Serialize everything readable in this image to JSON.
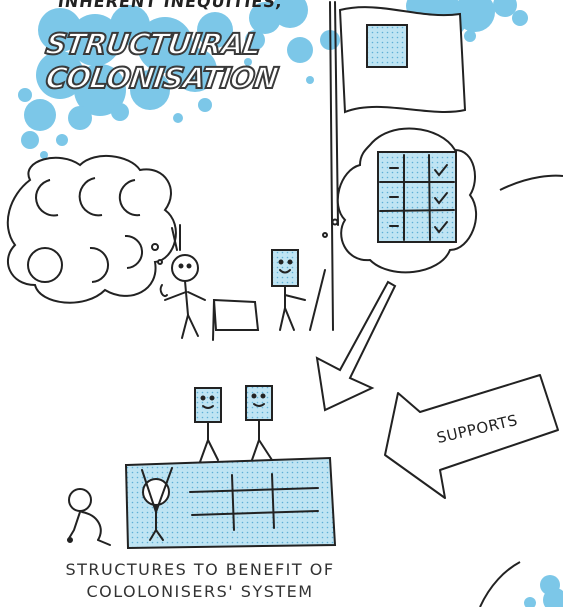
{
  "header": {
    "partial_top_text": "INHERENT INEQUITIES,",
    "title_line_1": "STRUCTUIRAL",
    "title_line_2": "COLONISATION"
  },
  "arrow": {
    "label": "SUPPORTS"
  },
  "caption": {
    "line_1": "STRUCTURES TO BENEFIT OF",
    "line_2": "COLOLONISERS' SYSTEM"
  },
  "colors": {
    "accent_blue": "#7cc7e8",
    "light_blue_fill": "#bfe4f3",
    "ink": "#222222"
  },
  "icons": [
    "flag-icon",
    "moon-phase-thought",
    "grid-thought",
    "arrow-down",
    "arrow-left",
    "robot-figure",
    "stick-figure"
  ]
}
